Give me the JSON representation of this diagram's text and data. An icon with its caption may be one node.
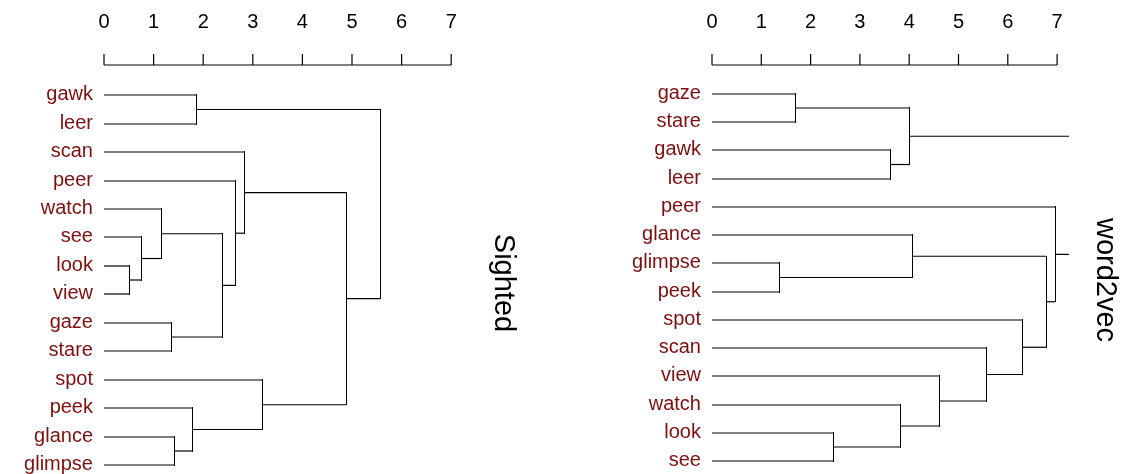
{
  "diagram": {
    "nodes": [
      {
        "text": [
          "gawk"
        ]
      },
      {
        "text": [
          "leer"
        ]
      },
      {
        "text": [
          "scan"
        ]
      },
      {
        "text": [
          "peer"
        ]
      },
      {
        "text": [
          "watch"
        ]
      },
      {
        "text": [
          "see"
        ]
      },
      {
        "text": [
          "look"
        ]
      },
      {
        "text": [
          "view"
        ]
      },
      {
        "text": [
          "gaze"
        ]
      },
      {
        "text": [
          "stare"
        ]
      },
      {
        "text": [
          "spot"
        ]
      },
      {
        "text": [
          "peek"
        ]
      },
      {
        "text": [
          "glance"
        ]
      },
      {
        "text": [
          "glimpse"
        ]
      },
      {
        "text": [],
        "shape": "bar"
      },
      {
        "text": [],
        "shape": "bar"
      },
      {
        "text": [],
        "shape": "bar"
      },
      {
        "text": [],
        "shape": "bar"
      },
      {
        "text": [],
        "shape": "bar"
      },
      {
        "text": [],
        "shape": "bar"
      },
      {
        "text": [],
        "shape": "bar"
      },
      {
        "text": [],
        "shape": "bar"
      },
      {
        "text": [],
        "shape": "bar"
      },
      {
        "text": [],
        "shape": "bar"
      },
      {
        "text": [],
        "shape": "bar"
      },
      {
        "text": [],
        "shape": "bar"
      },
      {
        "text": [],
        "shape": "bar"
      },
      {
        "text": [
          "gaze"
        ]
      },
      {
        "text": [
          "stare"
        ]
      },
      {
        "text": [
          "gawk"
        ]
      },
      {
        "text": [
          "leer"
        ]
      },
      {
        "text": [
          "peer"
        ]
      },
      {
        "text": [
          "glance"
        ]
      },
      {
        "text": [
          "glimpse"
        ]
      },
      {
        "text": [
          "peek"
        ]
      },
      {
        "text": [
          "spot"
        ]
      },
      {
        "text": [
          "scan"
        ]
      },
      {
        "text": [
          "view"
        ]
      },
      {
        "text": [
          "watch"
        ]
      },
      {
        "text": [
          "look"
        ]
      },
      {
        "text": [
          "see"
        ]
      },
      {
        "text": [],
        "shape": "bar"
      },
      {
        "text": [],
        "shape": "bar"
      },
      {
        "text": [],
        "shape": "bar"
      },
      {
        "text": [],
        "shape": "bar"
      },
      {
        "text": [],
        "shape": "bar"
      },
      {
        "text": [],
        "shape": "bar"
      },
      {
        "text": [],
        "shape": "bar"
      },
      {
        "text": [],
        "shape": "bar"
      },
      {
        "text": [],
        "shape": "bar"
      },
      {
        "text": [],
        "shape": "bar"
      },
      {
        "text": [],
        "shape": "bar"
      },
      {
        "text": [],
        "shape": "bar"
      }
    ],
    "edges": [
      {
        "from": 0,
        "to": 14,
        "arrow": "none"
      },
      {
        "from": 1,
        "to": 14,
        "arrow": "none"
      },
      {
        "from": 6,
        "to": 15,
        "arrow": "none"
      },
      {
        "from": 7,
        "to": 15,
        "arrow": "none"
      },
      {
        "from": 5,
        "to": 16,
        "arrow": "none"
      },
      {
        "from": 15,
        "to": 16,
        "arrow": "none"
      },
      {
        "from": 4,
        "to": 17,
        "arrow": "none"
      },
      {
        "from": 16,
        "to": 17,
        "arrow": "none"
      },
      {
        "from": 8,
        "to": 18,
        "arrow": "none"
      },
      {
        "from": 9,
        "to": 18,
        "arrow": "none"
      },
      {
        "from": 17,
        "to": 19,
        "arrow": "none"
      },
      {
        "from": 18,
        "to": 19,
        "arrow": "none"
      },
      {
        "from": 3,
        "to": 20,
        "arrow": "none"
      },
      {
        "from": 19,
        "to": 20,
        "arrow": "none"
      },
      {
        "from": 2,
        "to": 21,
        "arrow": "none"
      },
      {
        "from": 20,
        "to": 21,
        "arrow": "none"
      },
      {
        "from": 12,
        "to": 22,
        "arrow": "none"
      },
      {
        "from": 13,
        "to": 22,
        "arrow": "none"
      },
      {
        "from": 11,
        "to": 23,
        "arrow": "none"
      },
      {
        "from": 22,
        "to": 23,
        "arrow": "none"
      },
      {
        "from": 10,
        "to": 24,
        "arrow": "none"
      },
      {
        "from": 23,
        "to": 24,
        "arrow": "none"
      },
      {
        "from": 21,
        "to": 25,
        "arrow": "none"
      },
      {
        "from": 24,
        "to": 25,
        "arrow": "none"
      },
      {
        "from": 14,
        "to": 26,
        "arrow": "none"
      },
      {
        "from": 25,
        "to": 26,
        "arrow": "none"
      },
      {
        "from": 27,
        "to": 41,
        "arrow": "none"
      },
      {
        "from": 28,
        "to": 41,
        "arrow": "none"
      },
      {
        "from": 29,
        "to": 42,
        "arrow": "none"
      },
      {
        "from": 30,
        "to": 42,
        "arrow": "none"
      },
      {
        "from": 41,
        "to": 43,
        "arrow": "none"
      },
      {
        "from": 42,
        "to": 43,
        "arrow": "none"
      },
      {
        "from": 33,
        "to": 44,
        "arrow": "none"
      },
      {
        "from": 34,
        "to": 44,
        "arrow": "none"
      },
      {
        "from": 32,
        "to": 45,
        "arrow": "none"
      },
      {
        "from": 44,
        "to": 45,
        "arrow": "none"
      },
      {
        "from": 39,
        "to": 46,
        "arrow": "none"
      },
      {
        "from": 40,
        "to": 46,
        "arrow": "none"
      },
      {
        "from": 38,
        "to": 47,
        "arrow": "none"
      },
      {
        "from": 46,
        "to": 47,
        "arrow": "none"
      },
      {
        "from": 37,
        "to": 48,
        "arrow": "none"
      },
      {
        "from": 47,
        "to": 48,
        "arrow": "none"
      },
      {
        "from": 36,
        "to": 49,
        "arrow": "none"
      },
      {
        "from": 48,
        "to": 49,
        "arrow": "none"
      },
      {
        "from": 35,
        "to": 50,
        "arrow": "none"
      },
      {
        "from": 49,
        "to": 50,
        "arrow": "none"
      },
      {
        "from": 45,
        "to": 51,
        "arrow": "none"
      },
      {
        "from": 50,
        "to": 51,
        "arrow": "none"
      },
      {
        "from": 31,
        "to": 52,
        "arrow": "none"
      },
      {
        "from": 51,
        "to": 52,
        "arrow": "none"
      },
      {
        "from": 43,
        "to": null,
        "arrow": "none"
      },
      {
        "from": 52,
        "to": null,
        "arrow": "none"
      }
    ],
    "labels": [
      "0",
      "1",
      "2",
      "3",
      "4",
      "5",
      "6",
      "7",
      "Sighted",
      "0",
      "1",
      "2",
      "3",
      "4",
      "5",
      "6",
      "7",
      "word2vec"
    ]
  }
}
